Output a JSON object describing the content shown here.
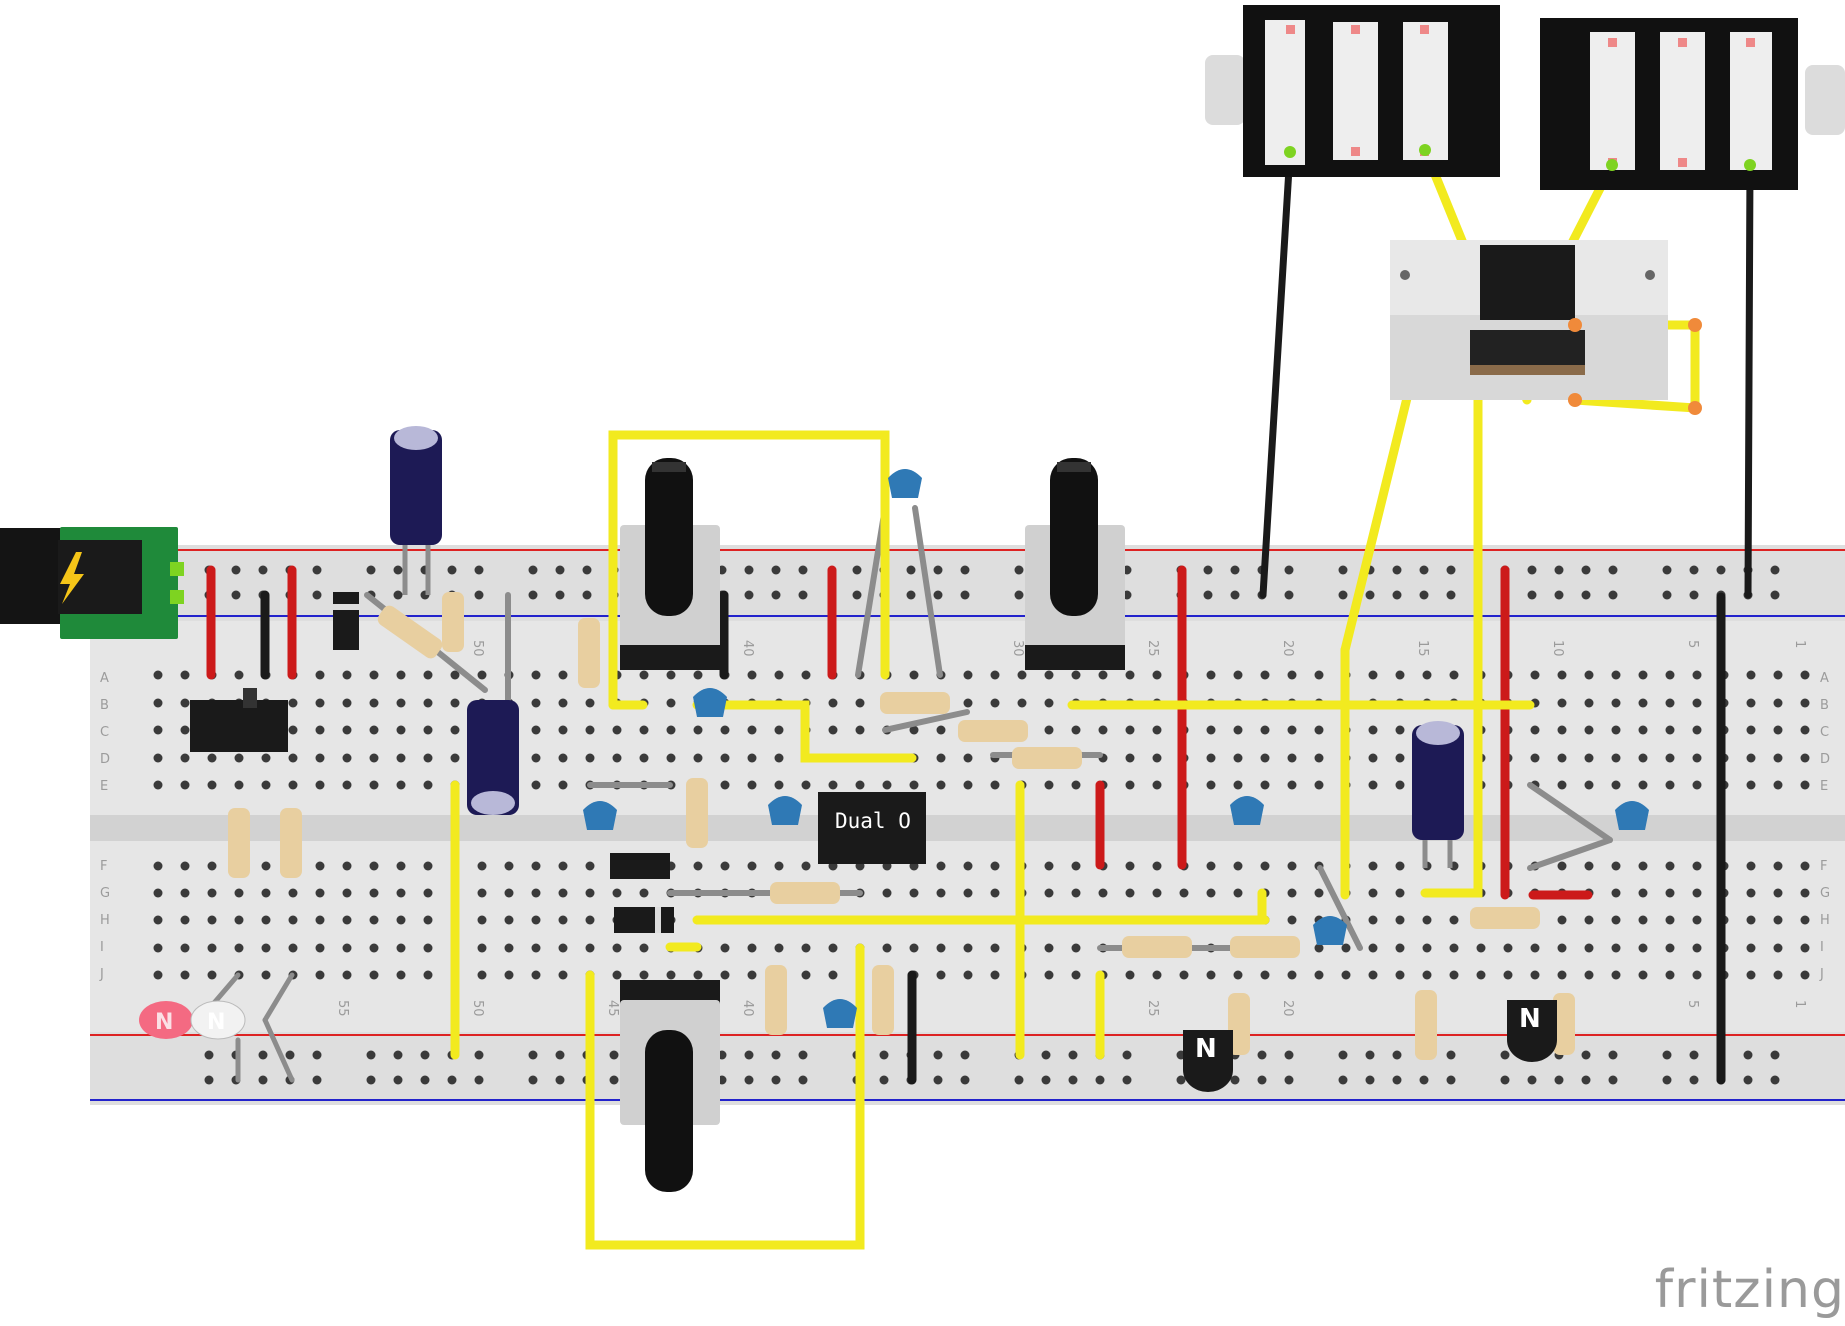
{
  "app": "fritzing",
  "watermark": "fritzing",
  "breadboard": {
    "row_letters_top": [
      "A",
      "B",
      "C",
      "D",
      "E"
    ],
    "row_letters_bottom": [
      "F",
      "G",
      "H",
      "I",
      "J"
    ],
    "column_numbers": [
      "1",
      "5",
      "10",
      "15",
      "20",
      "25",
      "30",
      "40",
      "45",
      "50",
      "55"
    ]
  },
  "components": {
    "ic": {
      "label": "Dual O"
    },
    "transistors": [
      {
        "label": "N"
      },
      {
        "label": "N"
      }
    ],
    "leds": [
      {
        "label": "N"
      },
      {
        "label": "N"
      }
    ],
    "power_jack": {
      "symbol": "lightning-icon"
    }
  },
  "colors": {
    "wire_yellow": "#f2ea1f",
    "wire_red": "#cc1a1a",
    "wire_black": "#1a1a1a",
    "wire_gray": "#8c8c8c",
    "breadboard": "#e6e6e6",
    "rail_red": "#d22",
    "rail_blue": "#22c",
    "hole_active": "#7ed321",
    "cap_ceramic": "#2f79b5",
    "cap_electrolytic": "#1d1a55",
    "pcb_green": "#1f8a3a"
  }
}
